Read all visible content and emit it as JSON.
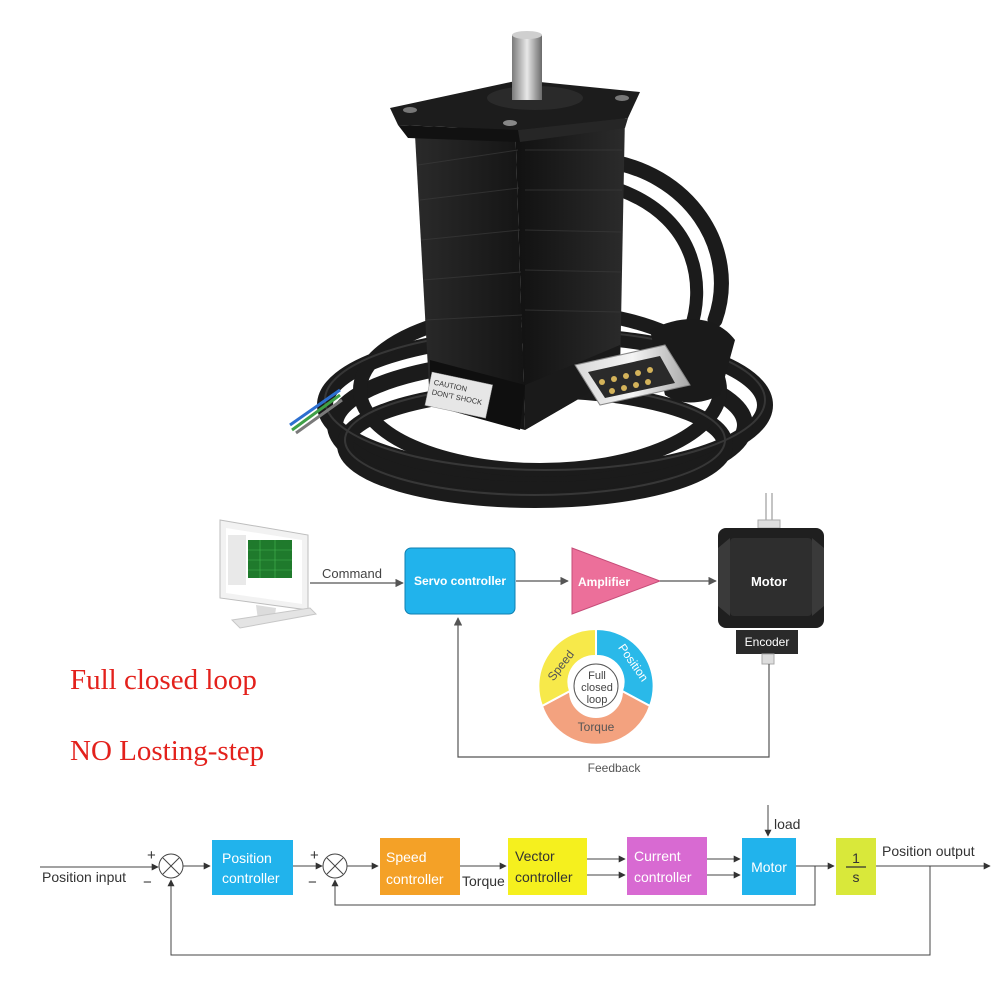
{
  "motor_photo": {
    "label_line1": "CAUTION",
    "label_line2": "DON'T SHOCK"
  },
  "servo_diagram": {
    "command": "Command",
    "servo_controller": "Servo controller",
    "amplifier": "Amplifier",
    "motor": "Motor",
    "encoder": "Encoder",
    "feedback": "Feedback",
    "loop_segments": [
      "Speed",
      "Position",
      "Torque"
    ],
    "loop_center": [
      "Full",
      "closed",
      "loop"
    ],
    "colors": {
      "servo_box": "#21b3ec",
      "amplifier": "#ec6f9a",
      "motor_body": "#1f1f1f",
      "speed": "#f7e94a",
      "position": "#2ab9e9",
      "torque": "#f3a27f"
    }
  },
  "slogans": {
    "line1": "Full closed loop",
    "line2": "NO Losting-step",
    "color": "#e3211c"
  },
  "block_diagram": {
    "position_input": "Position input",
    "position_controller": [
      "Position",
      "controller"
    ],
    "speed_controller": [
      "Speed",
      "controller"
    ],
    "torque": "Torque",
    "vector_controller": [
      "Vector",
      "controller"
    ],
    "current_controller": [
      "Current",
      "controller"
    ],
    "motor": "Motor",
    "load": "load",
    "integrator_num": "1",
    "integrator_den": "s",
    "position_output": "Position output",
    "plus": "+",
    "minus": "−",
    "colors": {
      "position_controller": "#21b3ec",
      "speed_controller": "#f4a127",
      "vector_controller": "#f5f01e",
      "current_controller": "#d86ad2",
      "motor": "#21b3ec",
      "integrator": "#d9e83a"
    }
  }
}
